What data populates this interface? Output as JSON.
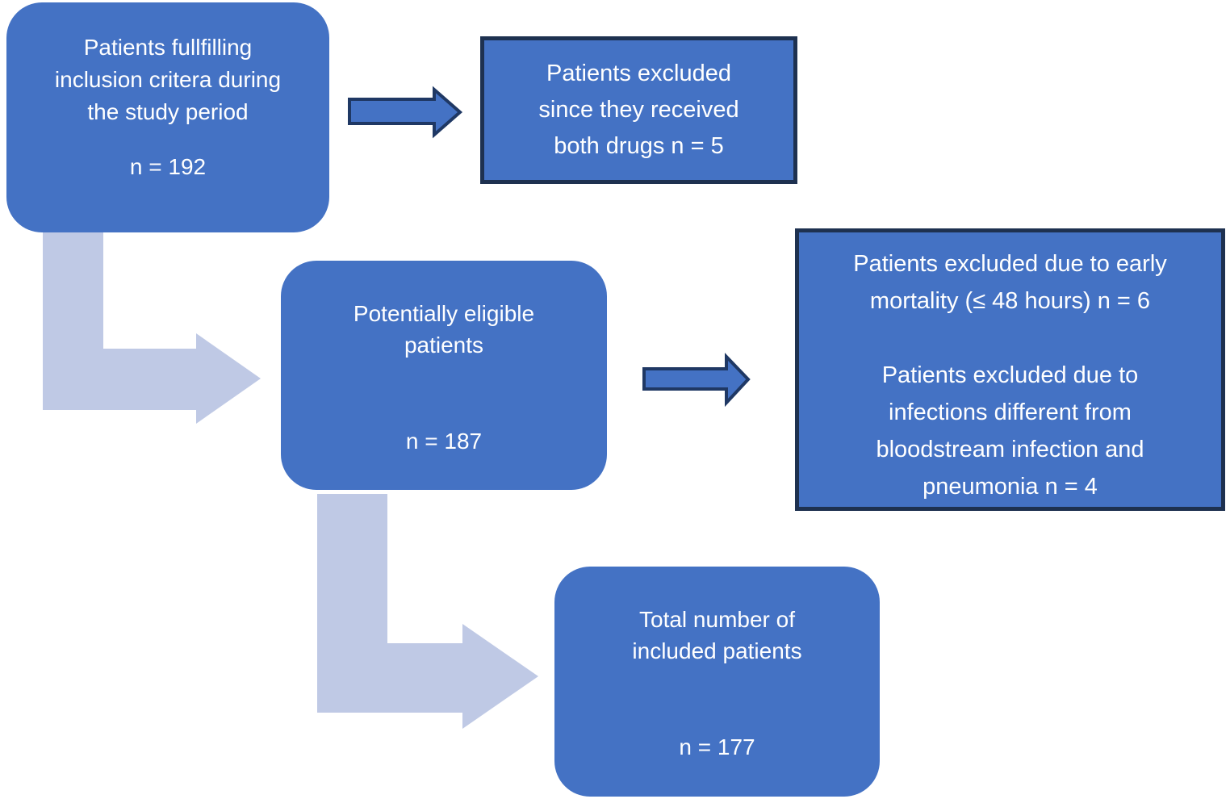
{
  "diagram": {
    "type": "patient-flow",
    "nodes": {
      "inclusion": {
        "title": "Patients fullfilling\ninclusion critera during\nthe study period",
        "count": "n = 192"
      },
      "excluded_both_drugs": {
        "text": "Patients excluded\nsince they received\nboth drugs n = 5"
      },
      "potentially_eligible": {
        "title": "Potentially eligible\npatients",
        "count": "n = 187"
      },
      "excluded_mortality_infection": {
        "text": "Patients excluded due to early\nmortality (≤ 48 hours) n = 6\n\nPatients excluded due to\ninfections different from\nbloodstream infection and\npneumonia n = 4"
      },
      "included_total": {
        "title": "Total number of\nincluded patients",
        "count": "n = 177"
      }
    }
  },
  "colors": {
    "box_fill": "#4472c4",
    "excluded_border": "#1e3150",
    "arrow_fill": "#4472c4",
    "arrow_border": "#1f3864",
    "elbow_fill": "#bfc9e5",
    "text": "#ffffff",
    "background": "#ffffff"
  }
}
